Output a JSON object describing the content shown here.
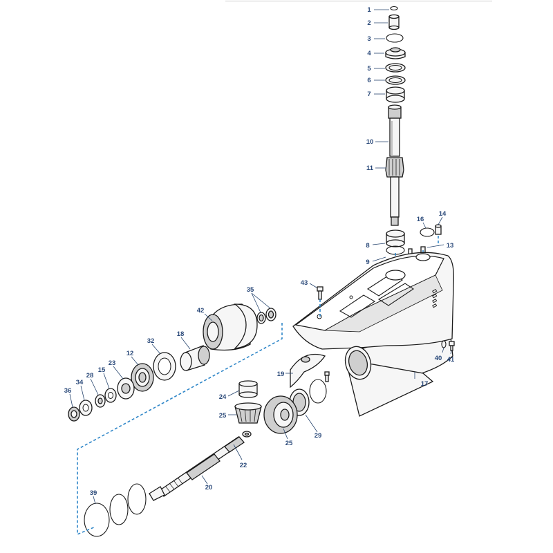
{
  "diagram": {
    "colors": {
      "callout_text": "#2b4a7a",
      "leader_line": "#27456e",
      "dashed_guide": "#2e86c8",
      "part_outline": "#1a1a1a",
      "part_fill": "#f6f6f6"
    },
    "callouts": [
      {
        "id": "c1",
        "label": "1"
      },
      {
        "id": "c2",
        "label": "2"
      },
      {
        "id": "c3",
        "label": "3"
      },
      {
        "id": "c4",
        "label": "4"
      },
      {
        "id": "c5",
        "label": "5"
      },
      {
        "id": "c6",
        "label": "6"
      },
      {
        "id": "c7",
        "label": "7"
      },
      {
        "id": "c10",
        "label": "10"
      },
      {
        "id": "c11",
        "label": "11"
      },
      {
        "id": "c14",
        "label": "14"
      },
      {
        "id": "c16",
        "label": "16"
      },
      {
        "id": "c8",
        "label": "8"
      },
      {
        "id": "c13",
        "label": "13"
      },
      {
        "id": "c9",
        "label": "9"
      },
      {
        "id": "c43",
        "label": "43"
      },
      {
        "id": "c35",
        "label": "35"
      },
      {
        "id": "c42",
        "label": "42"
      },
      {
        "id": "c18",
        "label": "18"
      },
      {
        "id": "c32",
        "label": "32"
      },
      {
        "id": "c12",
        "label": "12"
      },
      {
        "id": "c23",
        "label": "23"
      },
      {
        "id": "c15",
        "label": "15"
      },
      {
        "id": "c28",
        "label": "28"
      },
      {
        "id": "c34",
        "label": "34"
      },
      {
        "id": "c36",
        "label": "36"
      },
      {
        "id": "c19",
        "label": "19"
      },
      {
        "id": "c17",
        "label": "17"
      },
      {
        "id": "c40",
        "label": "40"
      },
      {
        "id": "c41",
        "label": "41"
      },
      {
        "id": "c24",
        "label": "24"
      },
      {
        "id": "c25a",
        "label": "25"
      },
      {
        "id": "c25b",
        "label": "25"
      },
      {
        "id": "c29",
        "label": "29"
      },
      {
        "id": "c22",
        "label": "22"
      },
      {
        "id": "c20",
        "label": "20"
      },
      {
        "id": "c39",
        "label": "39"
      }
    ]
  }
}
